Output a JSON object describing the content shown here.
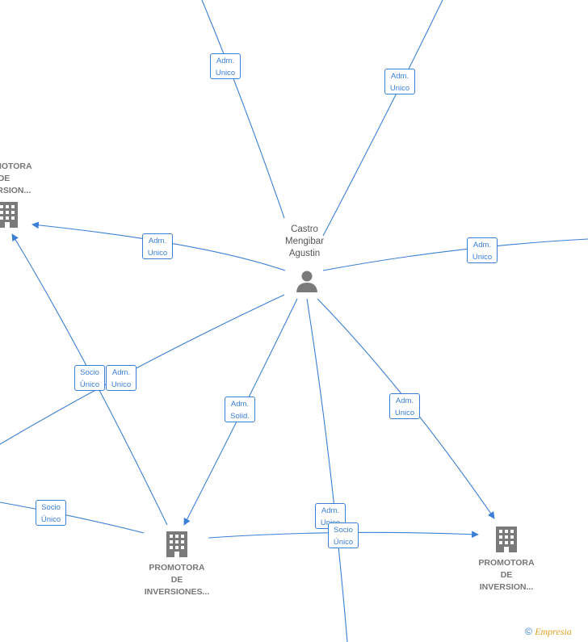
{
  "person": {
    "name_lines": [
      "Castro",
      "Mengibar",
      "Agustin"
    ]
  },
  "companies": [
    {
      "id": "c-left",
      "lines": [
        "PROMOTORA",
        "DE",
        "INVERSION..."
      ]
    },
    {
      "id": "c-bottom",
      "lines": [
        "PROMOTORA",
        "DE",
        "INVERSIONES..."
      ]
    },
    {
      "id": "c-right",
      "lines": [
        "PROMOTORA",
        "DE",
        "INVERSION..."
      ]
    }
  ],
  "badges": [
    {
      "lines": [
        "Adm.",
        "Unico"
      ]
    },
    {
      "lines": [
        "Adm.",
        "Unico"
      ]
    },
    {
      "lines": [
        "Adm.",
        "Unico"
      ]
    },
    {
      "lines": [
        "Adm.",
        "Unico"
      ]
    },
    {
      "lines": [
        "Socio",
        "Único"
      ]
    },
    {
      "lines": [
        "Adm.",
        "Unico"
      ]
    },
    {
      "lines": [
        "Adm.",
        "Solid."
      ]
    },
    {
      "lines": [
        "Adm.",
        "Unico"
      ]
    },
    {
      "lines": [
        "Socio",
        "Único"
      ]
    },
    {
      "lines": [
        "Adm.",
        "Unico"
      ]
    },
    {
      "lines": [
        "Socio",
        "Único"
      ]
    }
  ],
  "watermark": {
    "symbol": "©",
    "brand": "Empresia"
  },
  "colors": {
    "edge": "#3a7fd5",
    "icon": "#7a7a7a",
    "brand": "#e0a020"
  }
}
